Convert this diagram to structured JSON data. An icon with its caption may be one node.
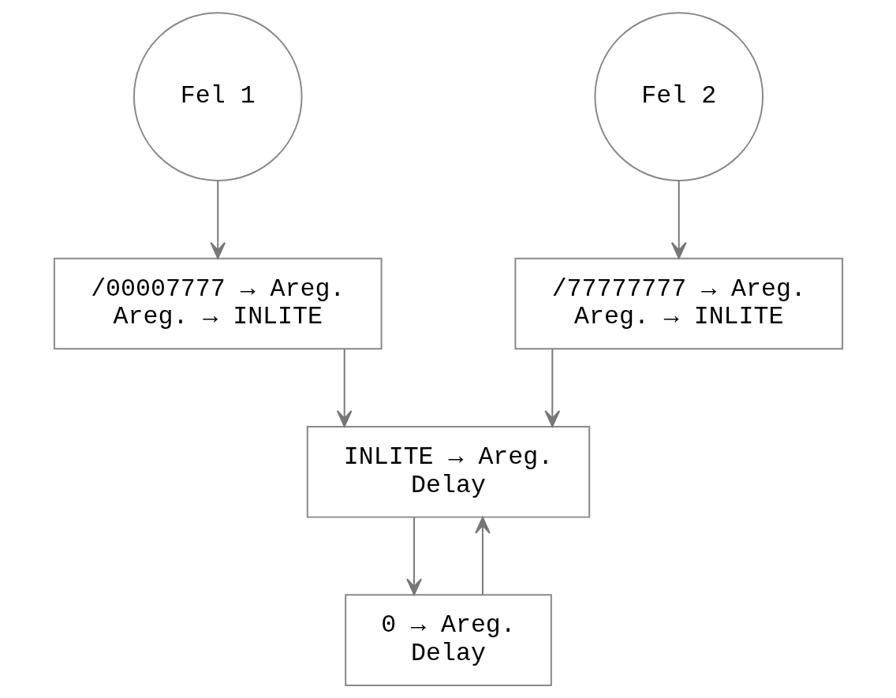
{
  "diagram": {
    "nodes": [
      {
        "text": [
          "Fel 1"
        ]
      },
      {
        "text": [
          "Fel 2"
        ]
      },
      {
        "text": [
          "/00007777 → Areg.",
          "Areg. → INLITE"
        ]
      },
      {
        "text": [
          "/77777777 → Areg.",
          "Areg. → INLITE"
        ]
      },
      {
        "text": [
          "INLITE → Areg.",
          "Delay"
        ]
      },
      {
        "text": [
          "0 → Areg.",
          "Delay"
        ]
      }
    ],
    "edges": [
      {
        "from": 0,
        "to": 2,
        "arrow": "to"
      },
      {
        "from": 1,
        "to": 3,
        "arrow": "to"
      },
      {
        "from": 2,
        "to": 4,
        "arrow": "to"
      },
      {
        "from": 3,
        "to": 4,
        "arrow": "to"
      },
      {
        "from": 4,
        "to": 5,
        "arrow": "to"
      },
      {
        "from": 5,
        "to": 4,
        "arrow": "to"
      }
    ]
  }
}
